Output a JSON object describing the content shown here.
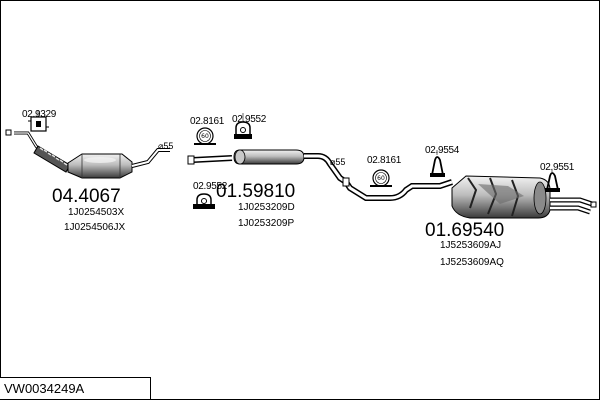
{
  "assembly": {
    "id": "VW0034249A"
  },
  "parts": {
    "front": {
      "number": "04.4067",
      "codes": [
        "1J0254503X",
        "1J0254506JX"
      ]
    },
    "middle": {
      "number": "01.59810",
      "codes": [
        "1J0253209D",
        "1J0253209P"
      ]
    },
    "rear": {
      "number": "01.69540",
      "codes": [
        "1J5253609AJ",
        "1J5253609AQ"
      ]
    }
  },
  "accessories": {
    "front_gasket": "02.9329",
    "mid_clamp": "02.8161",
    "mid_hanger": "02.9552",
    "mid_lower_hanger": "02.9552",
    "rear_clamp": "02.8161",
    "rear_hanger": "02.9554",
    "tail_hanger": "02.9551"
  },
  "diameters": {
    "front": "⌀55",
    "middle": "⌀55"
  },
  "clamp_markers": {
    "mid": "60",
    "rear": "60"
  }
}
